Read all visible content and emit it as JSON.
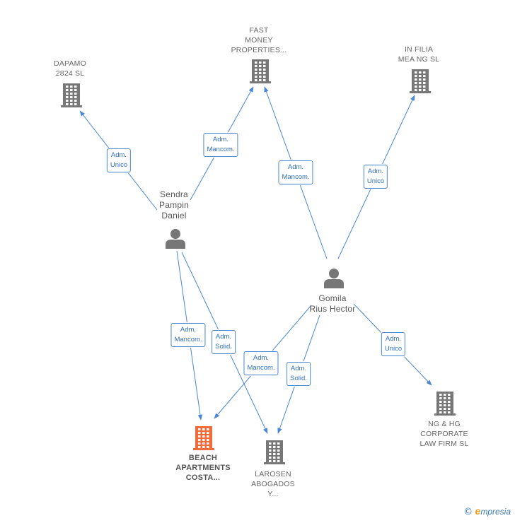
{
  "colors": {
    "edge": "#4a86d4",
    "company": "#777777",
    "company_highlight": "#f26b3a",
    "person": "#777777",
    "edge_label_text": "#2f6fc4"
  },
  "nodes": [
    {
      "id": "dapamo",
      "kind": "company",
      "label": "DAPAMO\n2824  SL",
      "icon": "building-icon"
    },
    {
      "id": "fast",
      "kind": "company",
      "label": "FAST\nMONEY\nPROPERTIES...",
      "icon": "building-icon"
    },
    {
      "id": "infilia",
      "kind": "company",
      "label": "IN FILIA\nMEA NG  SL",
      "icon": "building-icon"
    },
    {
      "id": "sendra",
      "kind": "person",
      "label": "Sendra\nPampin\nDaniel",
      "icon": "person-icon"
    },
    {
      "id": "gomila",
      "kind": "person",
      "label": "Gomila\nRius Hector",
      "icon": "person-icon"
    },
    {
      "id": "beach",
      "kind": "company-highlight",
      "label": "BEACH\nAPARTMENTS\nCOSTA...",
      "icon": "building-icon"
    },
    {
      "id": "larosen",
      "kind": "company",
      "label": "LAROSEN\nABOGADOS\nY...",
      "icon": "building-icon"
    },
    {
      "id": "nghg",
      "kind": "company",
      "label": "NG & HG\nCORPORATE\nLAW FIRM  SL",
      "icon": "building-icon"
    }
  ],
  "edges": [
    {
      "from": "sendra",
      "to": "dapamo",
      "label": "Adm.\nUnico"
    },
    {
      "from": "sendra",
      "to": "fast",
      "label": "Adm.\nMancom."
    },
    {
      "from": "gomila",
      "to": "fast",
      "label": "Adm.\nMancom."
    },
    {
      "from": "gomila",
      "to": "infilia",
      "label": "Adm.\nUnico"
    },
    {
      "from": "sendra",
      "to": "beach",
      "label": "Adm.\nMancom."
    },
    {
      "from": "sendra",
      "to": "larosen",
      "label": "Adm.\nSolid."
    },
    {
      "from": "gomila",
      "to": "beach",
      "label": "Adm.\nMancom."
    },
    {
      "from": "gomila",
      "to": "larosen",
      "label": "Adm.\nSolid."
    },
    {
      "from": "gomila",
      "to": "nghg",
      "label": "Adm.\nUnico"
    }
  ],
  "footer": {
    "copyright": "©",
    "brand_initial": "e",
    "brand_rest": "mpresia"
  }
}
